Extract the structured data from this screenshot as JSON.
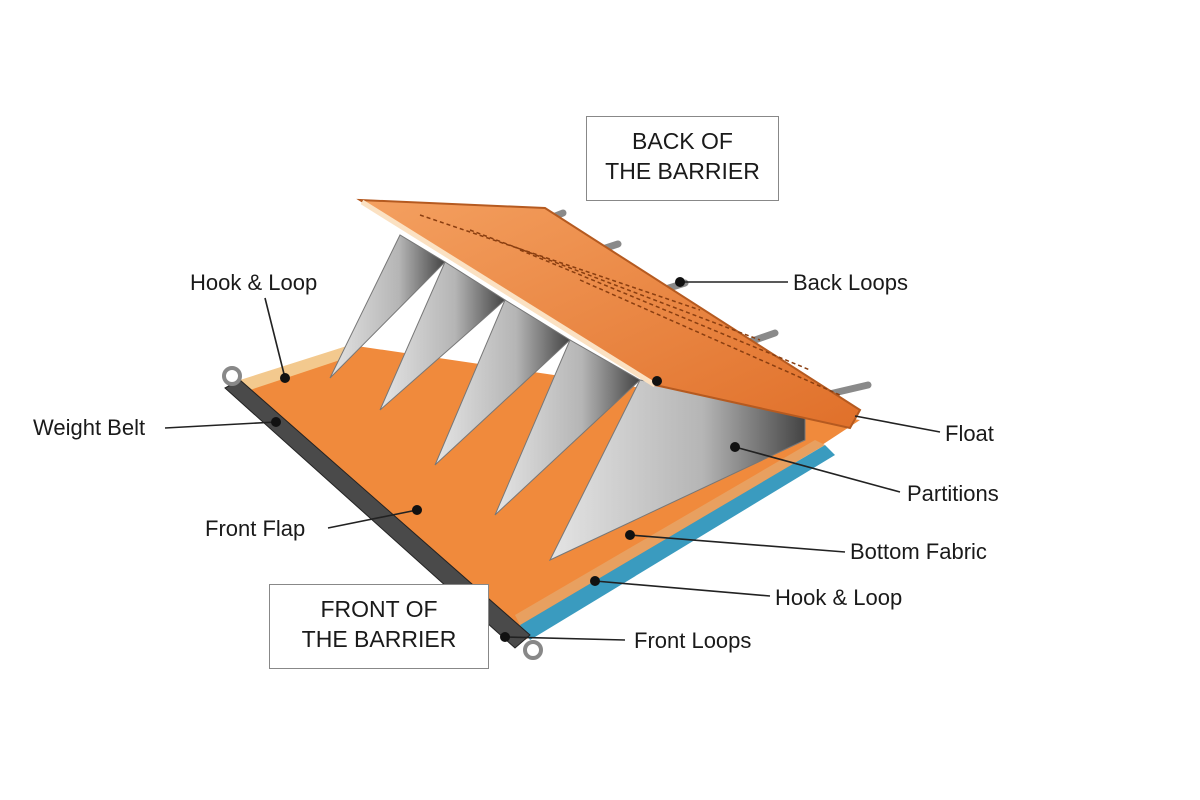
{
  "title_back": [
    "BACK OF",
    "THE BARRIER"
  ],
  "title_front": [
    "FRONT OF",
    "THE BARRIER"
  ],
  "labels": {
    "hook_loop_top": "Hook & Loop",
    "back_loops": "Back Loops",
    "weight_belt": "Weight Belt",
    "float": "Float",
    "partitions": "Partitions",
    "front_flap": "Front Flap",
    "bottom_fabric": "Bottom Fabric",
    "hook_loop_bottom": "Hook & Loop",
    "front_loops": "Front Loops"
  },
  "colors": {
    "orange": "#f08a3c",
    "dark_orange": "#d9692a",
    "belt": "#4a4a4a",
    "blue": "#3a9bbf",
    "partition": "#c8c8c8"
  }
}
